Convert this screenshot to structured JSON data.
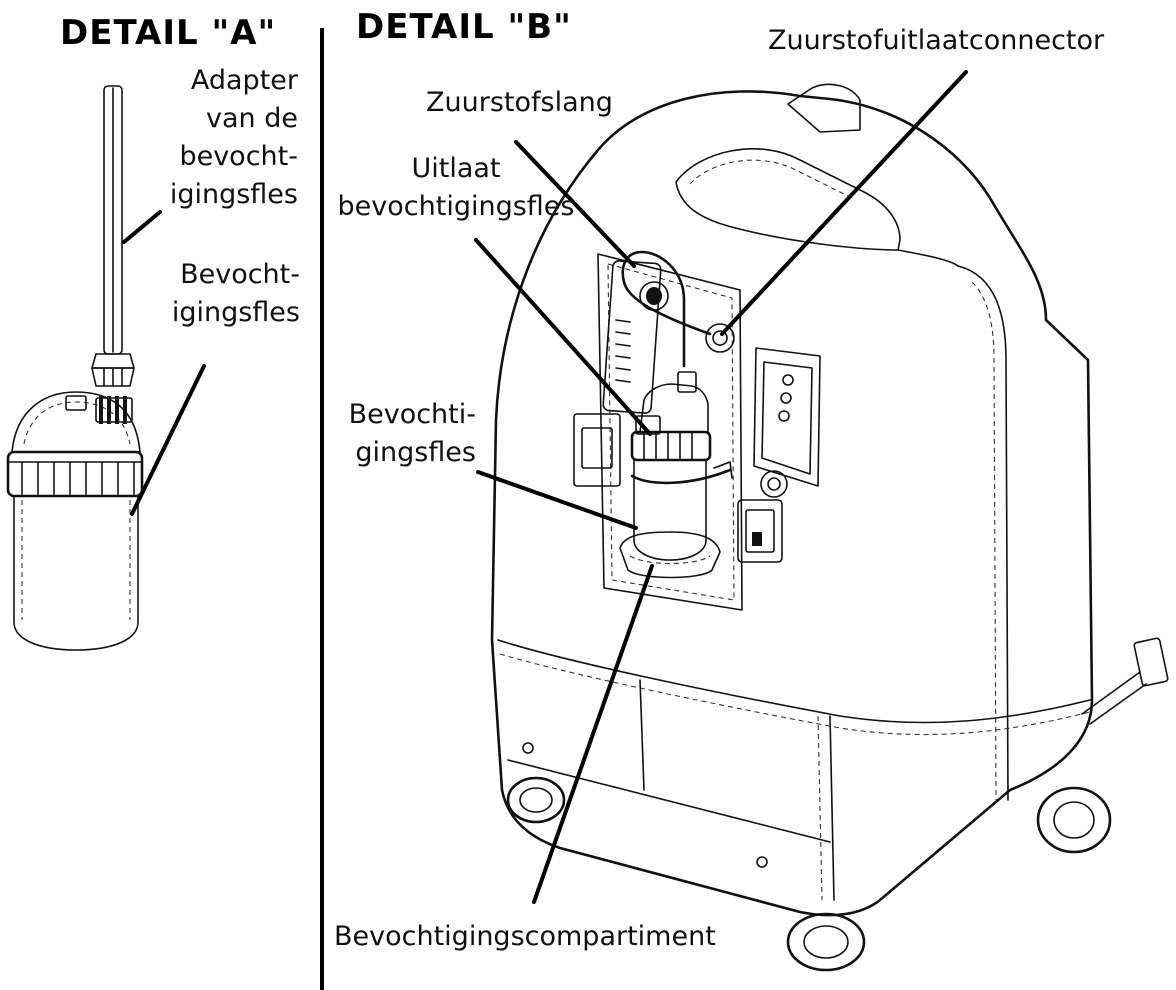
{
  "detail_a": {
    "heading": "DETAIL \"A\"",
    "labels": {
      "adapter": [
        "Adapter",
        "van de",
        "bevocht-",
        "igingsfles"
      ],
      "bottle": [
        "Bevocht-",
        "igingsfles"
      ]
    }
  },
  "detail_b": {
    "heading": "DETAIL \"B\"",
    "labels": {
      "outlet_connector": "Zuurstofuitlaatconnector",
      "oxygen_tube": "Zuurstofslang",
      "bottle_outlet": [
        "Uitlaat",
        "bevochtigingsfles"
      ],
      "bottle": [
        "Bevochti-",
        "gingsfles"
      ],
      "compartment": "Bevochtigingscompartiment"
    }
  }
}
